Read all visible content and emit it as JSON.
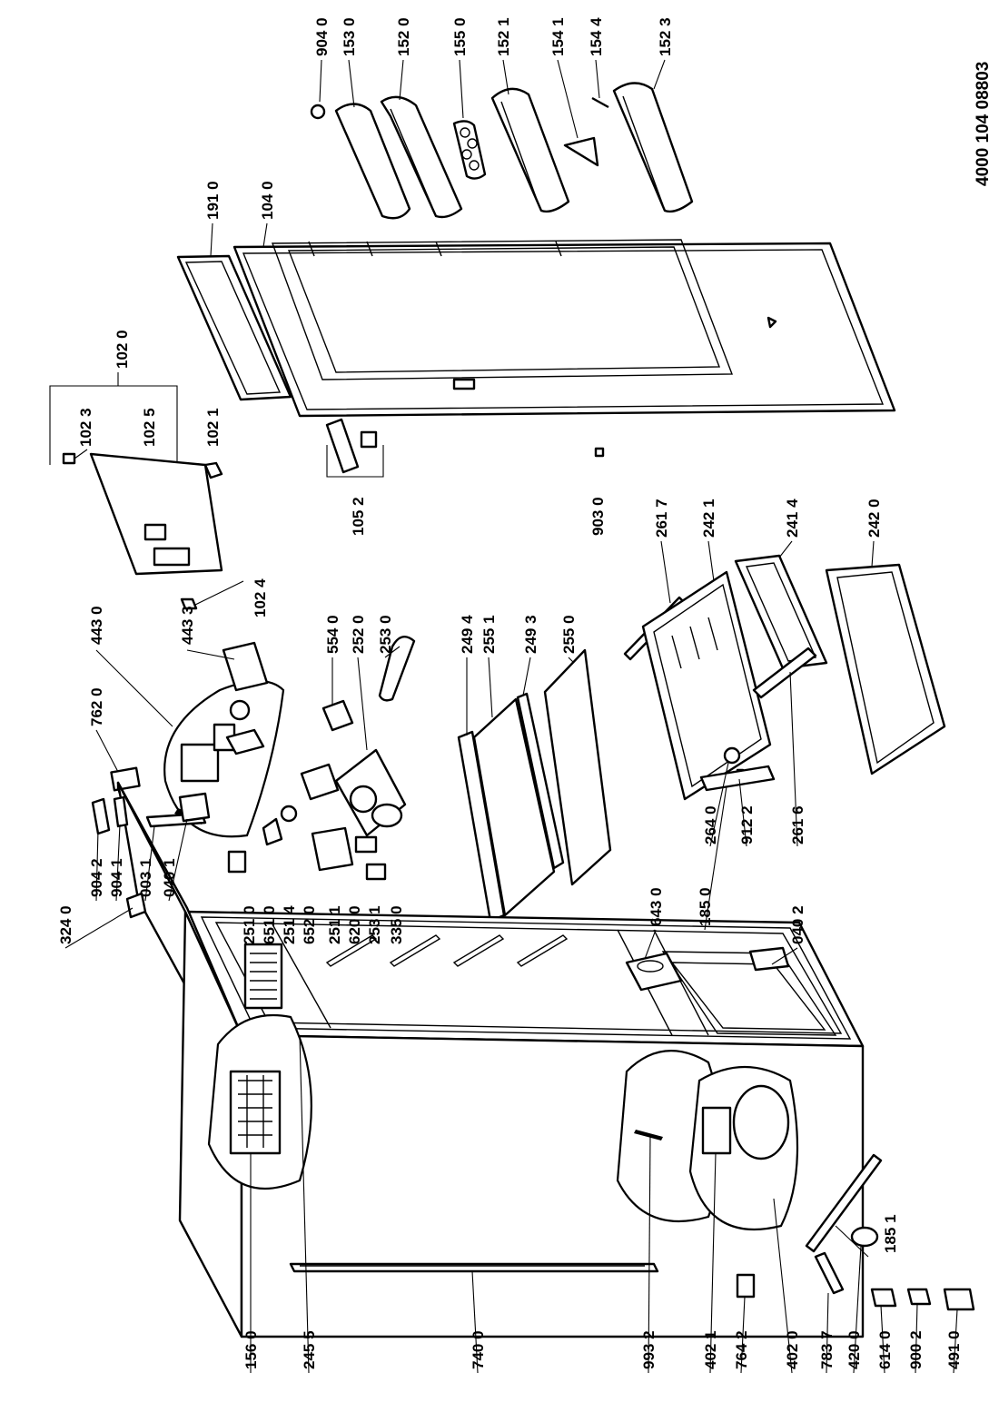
{
  "document_number": "4000 104 08803",
  "labels": {
    "p904_0": "904 0",
    "p153_0": "153 0",
    "p152_0": "152 0",
    "p155_0": "155 0",
    "p152_1": "152 1",
    "p154_1": "154 1",
    "p154_4": "154 4",
    "p152_3": "152 3",
    "p191_0": "191 0",
    "p104_0": "104 0",
    "p102_0": "102 0",
    "p102_3": "102 3",
    "p102_5": "102 5",
    "p102_1": "102 1",
    "p102_4": "102 4",
    "p105_2": "105 2",
    "p903_0": "903 0",
    "p443_0": "443 0",
    "p443_3": "443 3",
    "p762_0": "762 0",
    "p554_0": "554 0",
    "p252_0": "252 0",
    "p253_0": "253 0",
    "p249_4": "249 4",
    "p255_1": "255 1",
    "p249_3": "249 3",
    "p255_0": "255 0",
    "p261_7": "261 7",
    "p242_1": "242 1",
    "p241_4": "241 4",
    "p242_0": "242 0",
    "p264_0": "264 0",
    "p912_2": "912 2",
    "p261_6": "261 6",
    "p324_0": "324 0",
    "p904_2": "904 2",
    "p904_1": "904 1",
    "p003_1": "003 1",
    "p040_1": "040 1",
    "p251_0": "251 0",
    "p651_0": "651 0",
    "p251_4": "251 4",
    "p652_0": "652 0",
    "p251_1": "251 1",
    "p620_0": "620 0",
    "p253_1": "253 1",
    "p335_0": "335 0",
    "p643_0": "643 0",
    "p185_0": "185 0",
    "p040_2": "040 2",
    "p156_0": "156 0",
    "p245_5": "245 5",
    "p740_0": "740 0",
    "p993_2": "993 2",
    "p402_1": "402 1",
    "p764_2": "764 2",
    "p402_0": "402 0",
    "p783_7": "783 7",
    "p420_0": "420 0",
    "p614_0": "614 0",
    "p900_2": "900 2",
    "p491_0": "491 0",
    "p185_1": "185 1"
  }
}
